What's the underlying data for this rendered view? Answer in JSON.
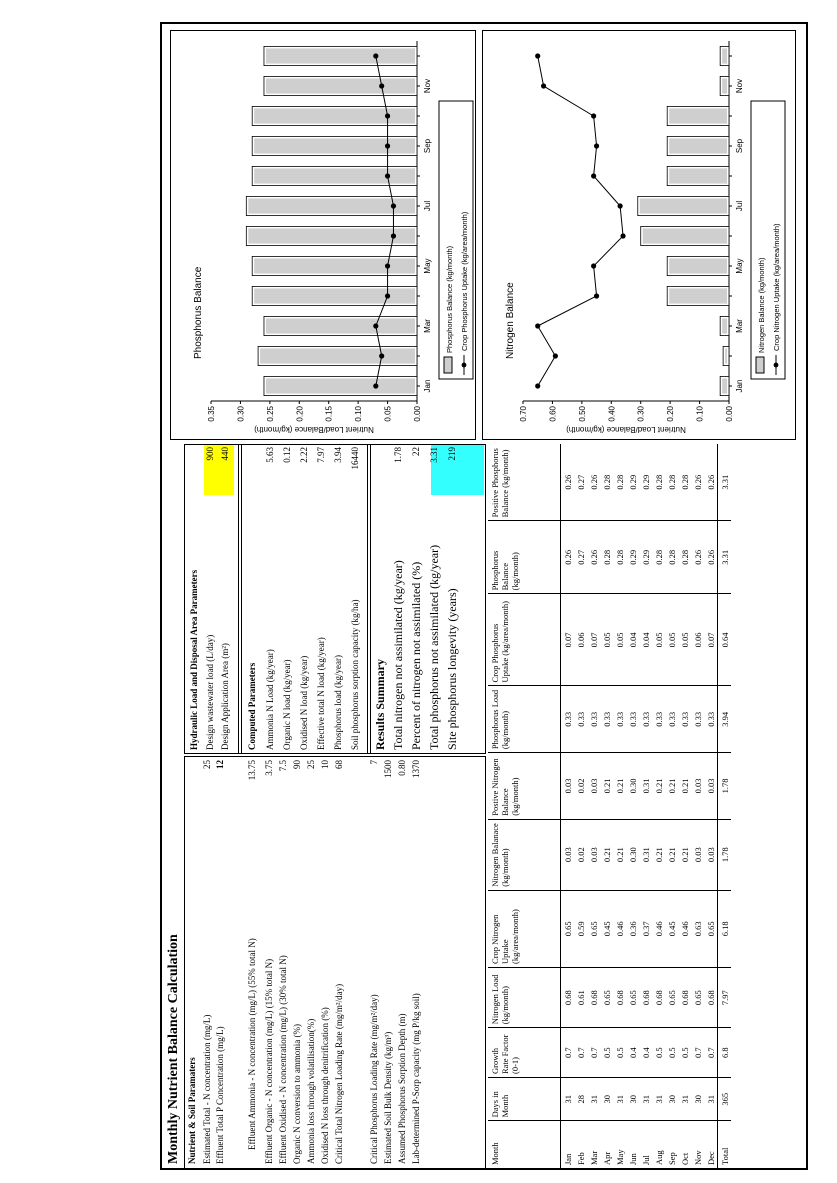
{
  "title": "Monthly Nutrient Balance Calculation",
  "soil": {
    "heading": "Nutrient & Soil Paramaters",
    "rows": [
      {
        "label": "Estimated Total - N concentration (mg/L)",
        "value": "25"
      },
      {
        "label": "Effluent Total P Concentration (mg/L)",
        "value": "12"
      },
      {
        "label": "Effluent Ammonia - N concentration (mg/L) (55% total N)",
        "value": "13.75"
      },
      {
        "label": "Effluent Organic - N concentration (mg/L) (15% total N)",
        "value": "3.75"
      },
      {
        "label": "Effluent Oxidised - N concentration (mg/L) (30% total N)",
        "value": "7.5"
      },
      {
        "label": "Organic N conversion to ammonia (%)",
        "value": "90"
      },
      {
        "label": "Ammonia loss through volatilisation(%)",
        "value": "25"
      },
      {
        "label": "Oxidised N loss through denitrification (%)",
        "value": "10"
      },
      {
        "label": "Critical Total Nitrogen Loading Rate (mg/m²/day)",
        "value": "68"
      },
      {
        "label": "Critical Phosphorus Loading Rate (mg/m²/day)",
        "value": "7"
      },
      {
        "label": "Estimated Soil Bulk Density (kg/m³)",
        "value": "1500"
      },
      {
        "label": "Assumed Phosphorus Sorption Depth (m)",
        "value": "0.80"
      },
      {
        "label": "Lab-determined P-Sorp capacity (mg P/kg soil)",
        "value": "1370"
      }
    ]
  },
  "hydraulic": {
    "heading": "Hydraulic Load and Disposal Area Parameters",
    "rows": [
      {
        "label": "Design wastewater load (L/day)",
        "value": "900"
      },
      {
        "label": "Design Application Area (m²)",
        "value": "440"
      }
    ]
  },
  "computed": {
    "heading": "Computed Parameters",
    "rows": [
      {
        "label": "Ammonia N Load (kg/year)",
        "value": "5.63"
      },
      {
        "label": "Organic N load (kg/year)",
        "value": "0.12"
      },
      {
        "label": "Oxidised N load (kg/year)",
        "value": "2.22"
      },
      {
        "label": "Effective total N load (kg/year)",
        "value": "7.97"
      },
      {
        "label": "Phosphorus load (kg/year)",
        "value": "3.94"
      },
      {
        "label": "Soil phosphorus sorption capacity (kg/ha)",
        "value": "16440"
      }
    ]
  },
  "results": {
    "heading": "Results Summary",
    "rows": [
      {
        "label": "Total nitrogen not assimilated (kg/year)",
        "value": "1.78"
      },
      {
        "label": "Percent of nitrogen not assimilated (%)",
        "value": "22"
      },
      {
        "label": "Total phosphorus not assimilated (kg/year)",
        "value": "3.31"
      },
      {
        "label": "Site phosphorus longevity (years)",
        "value": "219"
      }
    ]
  },
  "table": {
    "headers": [
      "Month",
      "Days in Month",
      "Growth Rate Factor (0-1)",
      "Nitrogen Load (kg/month)",
      "Crop Nitrogen Uptake (kg/area/month)",
      "Nitrogen Balanace (kg/month)",
      "Postive Nitrogen Balance (kg/month)",
      "Phosphorus Load (kg/month)",
      "Crop Phosphorus Uptake (kg/area/month)",
      "Phosphorus Balance (kg/month)",
      "Positive Phosphorus Balance (kg/month)"
    ],
    "rows": [
      [
        "Jan",
        "31",
        "0.7",
        "0.68",
        "0.65",
        "0.03",
        "0.03",
        "0.33",
        "0.07",
        "0.26",
        "0.26"
      ],
      [
        "Feb",
        "28",
        "0.7",
        "0.61",
        "0.59",
        "0.02",
        "0.02",
        "0.33",
        "0.06",
        "0.27",
        "0.27"
      ],
      [
        "Mar",
        "31",
        "0.7",
        "0.68",
        "0.65",
        "0.03",
        "0.03",
        "0.33",
        "0.07",
        "0.26",
        "0.26"
      ],
      [
        "Apr",
        "30",
        "0.5",
        "0.65",
        "0.45",
        "0.21",
        "0.21",
        "0.33",
        "0.05",
        "0.28",
        "0.28"
      ],
      [
        "May",
        "31",
        "0.5",
        "0.68",
        "0.46",
        "0.21",
        "0.21",
        "0.33",
        "0.05",
        "0.28",
        "0.28"
      ],
      [
        "Jun",
        "30",
        "0.4",
        "0.65",
        "0.36",
        "0.30",
        "0.30",
        "0.33",
        "0.04",
        "0.29",
        "0.29"
      ],
      [
        "Jul",
        "31",
        "0.4",
        "0.68",
        "0.37",
        "0.31",
        "0.31",
        "0.33",
        "0.04",
        "0.29",
        "0.29"
      ],
      [
        "Aug",
        "31",
        "0.5",
        "0.68",
        "0.46",
        "0.21",
        "0.21",
        "0.33",
        "0.05",
        "0.28",
        "0.28"
      ],
      [
        "Sep",
        "30",
        "0.5",
        "0.65",
        "0.45",
        "0.21",
        "0.21",
        "0.33",
        "0.05",
        "0.28",
        "0.28"
      ],
      [
        "Oct",
        "31",
        "0.5",
        "0.68",
        "0.46",
        "0.21",
        "0.21",
        "0.33",
        "0.05",
        "0.28",
        "0.28"
      ],
      [
        "Nov",
        "30",
        "0.7",
        "0.65",
        "0.63",
        "0.03",
        "0.03",
        "0.33",
        "0.06",
        "0.26",
        "0.26"
      ],
      [
        "Dec",
        "31",
        "0.7",
        "0.68",
        "0.65",
        "0.03",
        "0.03",
        "0.33",
        "0.07",
        "0.26",
        "0.26"
      ]
    ],
    "total": [
      "Total",
      "365",
      "6.8",
      "7.97",
      "6.18",
      "1.78",
      "1.78",
      "3.94",
      "0.64",
      "3.31",
      "3.31"
    ]
  },
  "colors": {
    "input_highlight": "#ffff00",
    "result_highlight": "#33ffff"
  },
  "chart_data": [
    {
      "type": "bar",
      "title": "Phosphorus Balance",
      "ylabel": "Nutrient Load/Balance (kg/month)",
      "categories": [
        "Jan",
        "Feb",
        "Mar",
        "Apr",
        "May",
        "Jun",
        "Jul",
        "Aug",
        "Sep",
        "Oct",
        "Nov",
        "Dec"
      ],
      "x_tick_labels": [
        "Jan",
        "Mar",
        "May",
        "Jul",
        "Sep",
        "Nov"
      ],
      "ylim": [
        0,
        0.35
      ],
      "y_ticks": [
        "0.00",
        "0.05",
        "0.10",
        "0.15",
        "0.20",
        "0.25",
        "0.30",
        "0.35"
      ],
      "series": [
        {
          "name": "Phosphorus Balance (kg/month)",
          "kind": "bar",
          "values": [
            0.26,
            0.27,
            0.26,
            0.28,
            0.28,
            0.29,
            0.29,
            0.28,
            0.28,
            0.28,
            0.26,
            0.26
          ]
        },
        {
          "name": "Crop Phosphorus Uptake (kg/area/month)",
          "kind": "line",
          "values": [
            0.07,
            0.06,
            0.07,
            0.05,
            0.05,
            0.04,
            0.04,
            0.05,
            0.05,
            0.05,
            0.06,
            0.07
          ]
        }
      ],
      "legend": "bottom"
    },
    {
      "type": "bar",
      "title": "Nitrogen Balance",
      "ylabel": "Nutrient Load/Balance (kg/month)",
      "categories": [
        "Jan",
        "Feb",
        "Mar",
        "Apr",
        "May",
        "Jun",
        "Jul",
        "Aug",
        "Sep",
        "Oct",
        "Nov",
        "Dec"
      ],
      "x_tick_labels": [
        "Jan",
        "Mar",
        "May",
        "Jul",
        "Sep",
        "Nov"
      ],
      "ylim": [
        0,
        0.7
      ],
      "y_ticks": [
        "0.00",
        "0.10",
        "0.20",
        "0.30",
        "0.40",
        "0.50",
        "0.60",
        "0.70"
      ],
      "series": [
        {
          "name": "Nitrogen Balance (kg/month)",
          "kind": "bar",
          "values": [
            0.03,
            0.02,
            0.03,
            0.21,
            0.21,
            0.3,
            0.31,
            0.21,
            0.21,
            0.21,
            0.03,
            0.03
          ]
        },
        {
          "name": "Crop Nitrogen Uptake (kg/area/month)",
          "kind": "line",
          "values": [
            0.65,
            0.59,
            0.65,
            0.45,
            0.46,
            0.36,
            0.37,
            0.46,
            0.45,
            0.46,
            0.63,
            0.65
          ]
        }
      ],
      "legend": "bottom"
    }
  ]
}
